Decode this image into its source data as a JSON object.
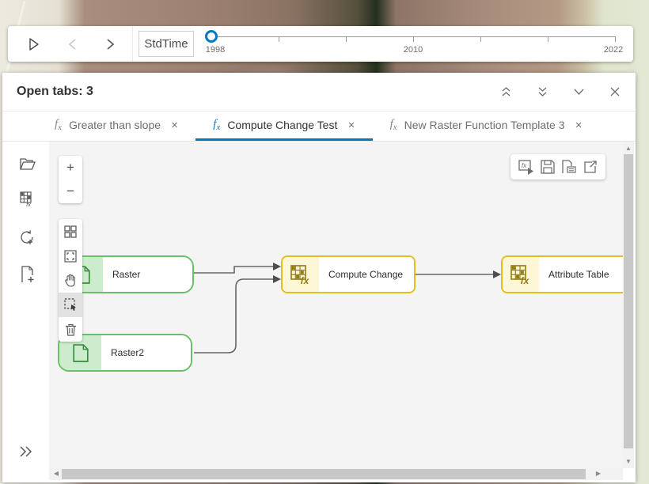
{
  "time_slider": {
    "field_label": "StdTime",
    "tick_labels": {
      "start": "1998",
      "mid": "2010",
      "end": "2022"
    }
  },
  "panel": {
    "title": "Open tabs: 3"
  },
  "tabs": [
    {
      "label": "Greater than slope"
    },
    {
      "label": "Compute Change Test"
    },
    {
      "label": "New Raster Function Template 3"
    }
  ],
  "canvas": {
    "zoom_in": "+",
    "zoom_out": "−"
  },
  "nodes": {
    "raster": {
      "label": "Raster"
    },
    "raster2": {
      "label": "Raster2"
    },
    "compute_change": {
      "label": "Compute Change"
    },
    "attribute_table": {
      "label": "Attribute Table"
    }
  },
  "icons": {
    "f": "f",
    "x": "x",
    "fx": "fx"
  },
  "scroll": {
    "up": "▲",
    "down": "▼",
    "left": "◀",
    "right": "▶"
  },
  "colors": {
    "accent_blue": "#0079c1",
    "node_green_border": "#67c168",
    "node_green_fill": "#cdeccd",
    "node_yellow_border": "#e3bd21",
    "node_yellow_fill": "#fdf6d7",
    "connector": "#666666"
  }
}
